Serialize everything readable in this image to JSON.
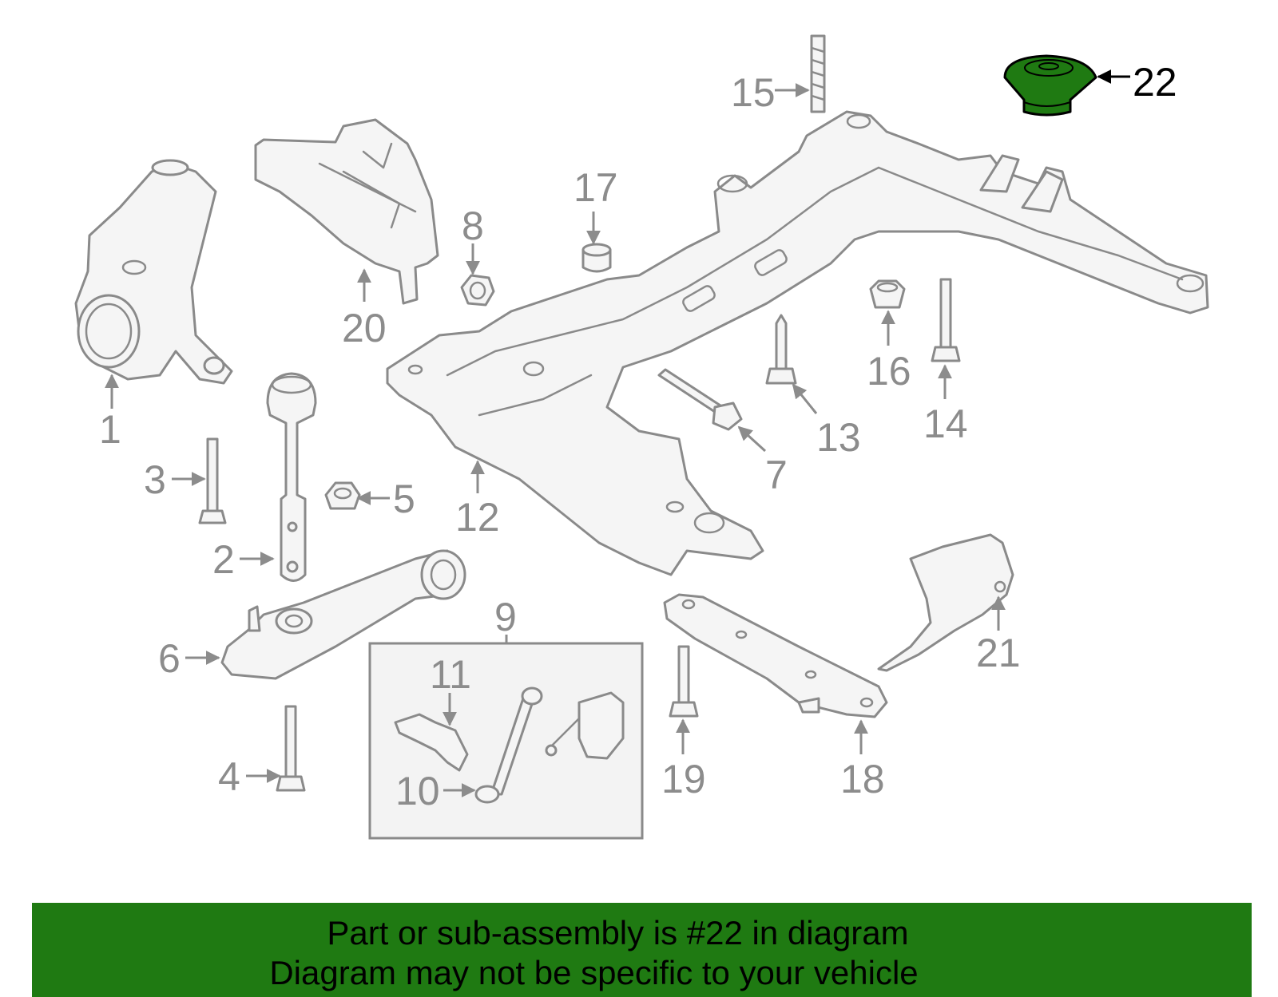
{
  "callouts": {
    "c1": "1",
    "c2": "2",
    "c3": "3",
    "c4": "4",
    "c5": "5",
    "c6": "6",
    "c7": "7",
    "c8": "8",
    "c9": "9",
    "c10": "10",
    "c11": "11",
    "c12": "12",
    "c13": "13",
    "c14": "14",
    "c15": "15",
    "c16": "16",
    "c17": "17",
    "c18": "18",
    "c19": "19",
    "c20": "20",
    "c21": "21",
    "c22": "22"
  },
  "highlighted_part": "22",
  "colors": {
    "banner": "#1f7a12",
    "highlight_part": "#1f7a12",
    "part_stroke": "#8a8a8a",
    "callout_text": "#8c8c8c"
  },
  "banner": {
    "line1": "Part or sub-assembly is #22 in diagram",
    "line2": "Diagram may not be specific to your vehicle"
  }
}
